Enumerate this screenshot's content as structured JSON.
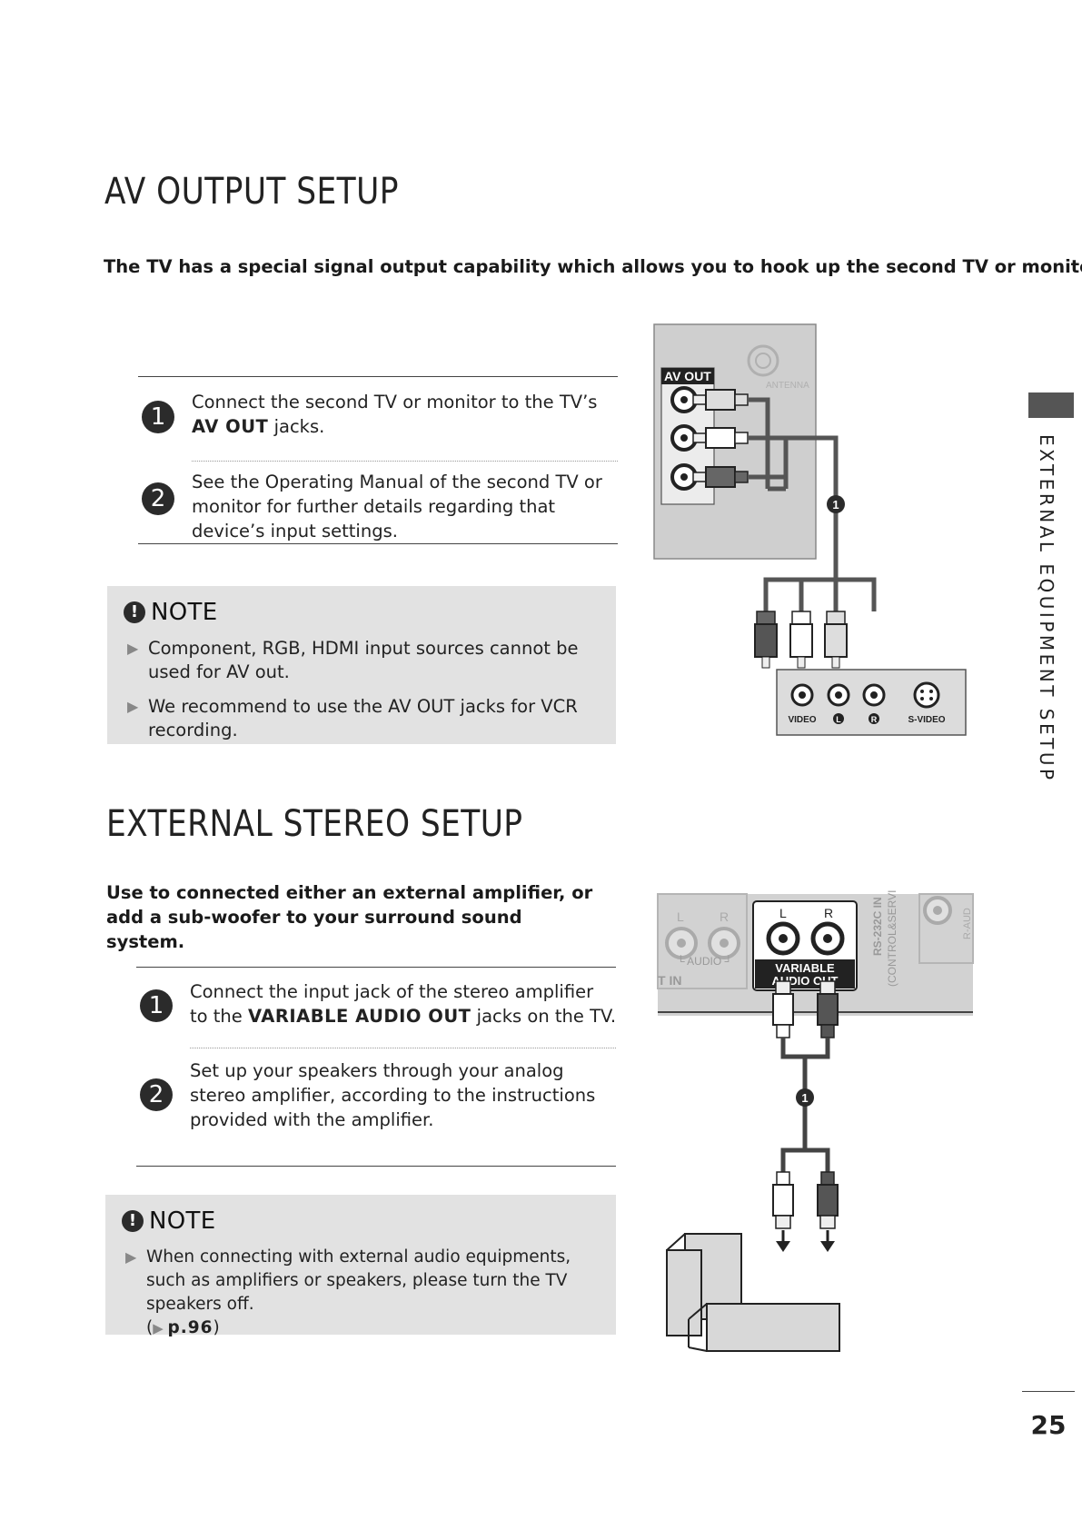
{
  "av_output": {
    "title": "AV OUTPUT SETUP",
    "intro": "The TV has a special signal output capability which allows you to hook up the second TV or monitor.",
    "steps": [
      {
        "num": "1",
        "text_before": "Connect the second TV or monitor to the TV’s ",
        "emph": "AV OUT",
        "text_after": " jacks."
      },
      {
        "num": "2",
        "text": "See the Operating Manual of the second TV or monitor for further details regarding that device’s input settings."
      }
    ],
    "note": {
      "title": "NOTE",
      "items": [
        "Component, RGB, HDMI input sources cannot be used for AV out.",
        "We recommend to use the AV OUT jacks for VCR recording."
      ]
    },
    "diagram": {
      "panel_label": "AV OUT",
      "antenna_label": "ANTENNA",
      "cable_marker": "1",
      "jack_labels": [
        "VIDEO",
        "L",
        "R",
        "S-VIDEO"
      ]
    }
  },
  "external_stereo": {
    "title": "EXTERNAL STEREO SETUP",
    "intro": "Use to connected either an external amplifier, or add a sub-woofer to your surround sound system.",
    "steps": [
      {
        "num": "1",
        "text_before": "Connect the input jack of the stereo amplifier to the ",
        "emph": "VARIABLE AUDIO OUT",
        "text_after": " jacks on the TV."
      },
      {
        "num": "2",
        "text": "Set up your speakers through your analog stereo amplifier, according to the instructions provided with the amplifier."
      }
    ],
    "note": {
      "title": "NOTE",
      "item_text": "When connecting with external audio equipments, such as amplifiers or speakers, please turn the TV speakers off.",
      "ref_open": "(",
      "ref_page": "p.96",
      "ref_close": ")"
    },
    "diagram": {
      "left_l": "L",
      "left_r": "R",
      "audio_label": "└ AUDIO ┘",
      "t_in": "T IN",
      "var_l": "L",
      "var_r": "R",
      "var_line1": "VARIABLE",
      "var_line2": "AUDIO OUT",
      "rs232_line1": "RS-232C IN",
      "rs232_line2": "(CONTROL&SERVICE)",
      "r_aud": "R-AUD",
      "cable_marker": "1"
    }
  },
  "side_label": "EXTERNAL EQUIPMENT SETUP",
  "page_number": "25"
}
